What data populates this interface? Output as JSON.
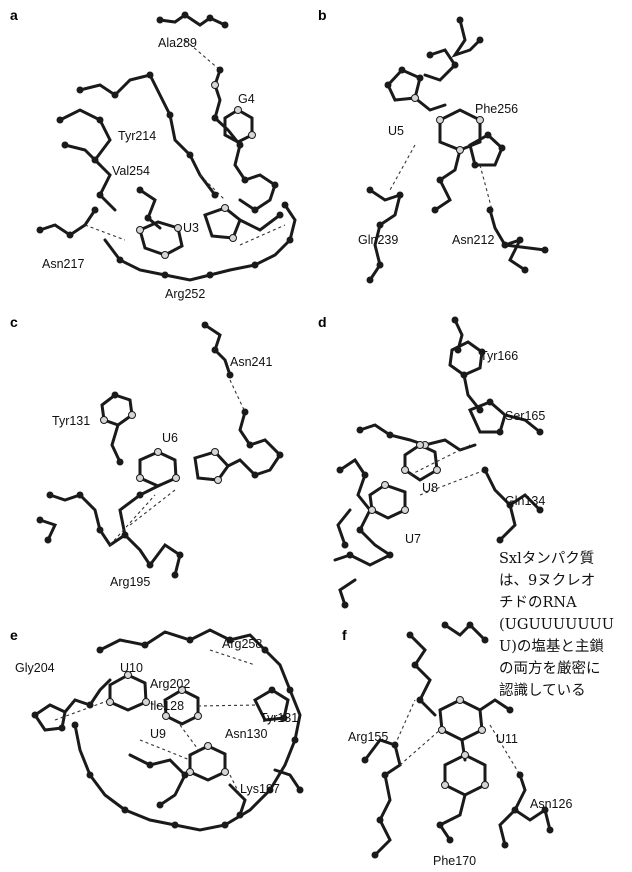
{
  "panels": [
    {
      "letter": "a",
      "labels": [
        {
          "id": "ala289",
          "text": "Ala289"
        },
        {
          "id": "g4",
          "text": "G4"
        },
        {
          "id": "tyr214",
          "text": "Tyr214"
        },
        {
          "id": "val254",
          "text": "Val254"
        },
        {
          "id": "u3",
          "text": "U3"
        },
        {
          "id": "asn217",
          "text": "Asn217"
        },
        {
          "id": "arg252",
          "text": "Arg252"
        }
      ]
    },
    {
      "letter": "b",
      "labels": [
        {
          "id": "phe256",
          "text": "Phe256"
        },
        {
          "id": "u5",
          "text": "U5"
        },
        {
          "id": "gln239",
          "text": "Gln239"
        },
        {
          "id": "asn212",
          "text": "Asn212"
        }
      ]
    },
    {
      "letter": "c",
      "labels": [
        {
          "id": "asn241",
          "text": "Asn241"
        },
        {
          "id": "tyr131",
          "text": "Tyr131"
        },
        {
          "id": "u6",
          "text": "U6"
        },
        {
          "id": "arg195",
          "text": "Arg195"
        }
      ]
    },
    {
      "letter": "d",
      "labels": [
        {
          "id": "tyr166",
          "text": "Tyr166"
        },
        {
          "id": "ser165",
          "text": "Ser165"
        },
        {
          "id": "u8",
          "text": "U8"
        },
        {
          "id": "gln134",
          "text": "Gln134"
        },
        {
          "id": "u7",
          "text": "U7"
        }
      ]
    },
    {
      "letter": "e",
      "labels": [
        {
          "id": "arg258",
          "text": "Arg258"
        },
        {
          "id": "gly204",
          "text": "Gly204"
        },
        {
          "id": "u10",
          "text": "U10"
        },
        {
          "id": "arg202",
          "text": "Arg202"
        },
        {
          "id": "ile128",
          "text": "Ile128"
        },
        {
          "id": "u9",
          "text": "U9"
        },
        {
          "id": "asn130",
          "text": "Asn130"
        },
        {
          "id": "tyr131",
          "text": "Tyr131"
        },
        {
          "id": "lys197",
          "text": "Lys197"
        }
      ]
    },
    {
      "letter": "f",
      "labels": [
        {
          "id": "arg155",
          "text": "Arg155"
        },
        {
          "id": "u11",
          "text": "U11"
        },
        {
          "id": "asn126",
          "text": "Asn126"
        },
        {
          "id": "phe170",
          "text": "Phe170"
        }
      ]
    }
  ],
  "caption": {
    "lines": [
      "Sxlタンパク質",
      "は、9ヌクレオ",
      "チドのRNA",
      "(UGUUUUUUU",
      "U)の塩基と主鎖",
      "の両方を厳密に",
      "認識している"
    ]
  }
}
